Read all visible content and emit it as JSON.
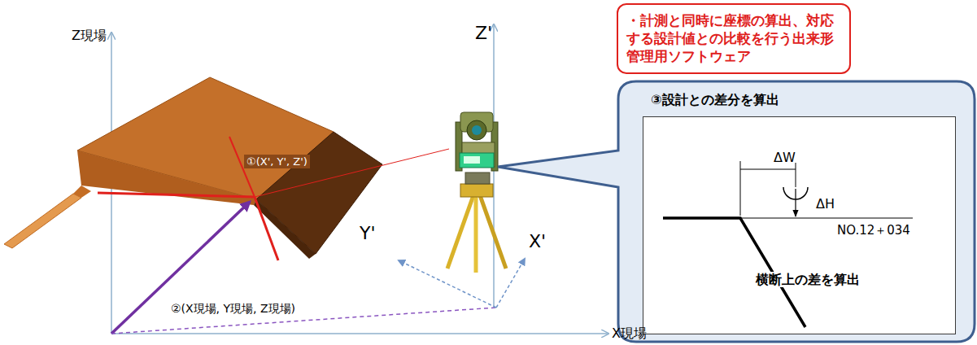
{
  "diagram": {
    "nodes": [
      {
        "text": [
          "・計測と同時に座標の算出、対応する設計値との比較を行う出来形管理用ソフトウェア"
        ]
      },
      {
        "text": [
          "③設計との差分を算出"
        ]
      },
      {
        "text": [
          "ΔW",
          "ΔH",
          "NO.12＋034",
          "横断上の差を算出"
        ],
        "in": 1
      }
    ],
    "labels": [
      "Z現場",
      "X現場",
      "Z'",
      "Y'",
      "X'",
      "①(X', Y', Z')",
      "②(X現場, Y現場, Z現場)"
    ]
  }
}
